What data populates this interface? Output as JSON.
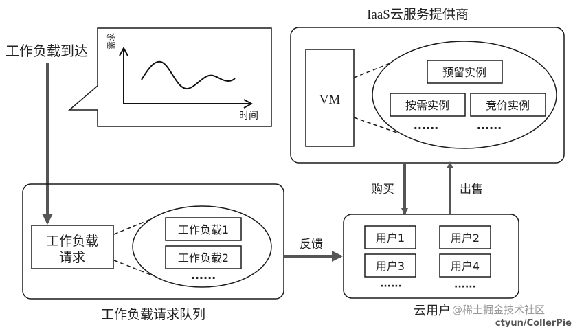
{
  "arrival": {
    "label": "工作负载到达",
    "chart": {
      "y_label": "需求",
      "x_label": "时间"
    }
  },
  "queue": {
    "caption": "工作负载请求队列",
    "request_box": {
      "line1": "工作负载",
      "line2": "请求"
    },
    "items": [
      "工作负载1",
      "工作负载2"
    ],
    "ellipsis": "······"
  },
  "provider": {
    "title": "IaaS云服务提供商",
    "vm_label": "VM",
    "instances": {
      "reserved": "预留实例",
      "on_demand": "按需实例",
      "spot": "竞价实例"
    },
    "ellipsis_left": "······",
    "ellipsis_right": "······"
  },
  "users": {
    "caption": "云用户",
    "items": [
      "用户1",
      "用户2",
      "用户3",
      "用户4"
    ],
    "ellipsis_left": "······",
    "ellipsis_right": "······"
  },
  "flows": {
    "buy": "购买",
    "sell": "出售",
    "feedback": "反馈"
  },
  "watermark": {
    "line1": "@稀土掘金技术社区",
    "line2": "ctyun/CollerPie"
  },
  "colors": {
    "stroke": "#1a1a1a",
    "arrow": "#555555",
    "text": "#222222"
  }
}
